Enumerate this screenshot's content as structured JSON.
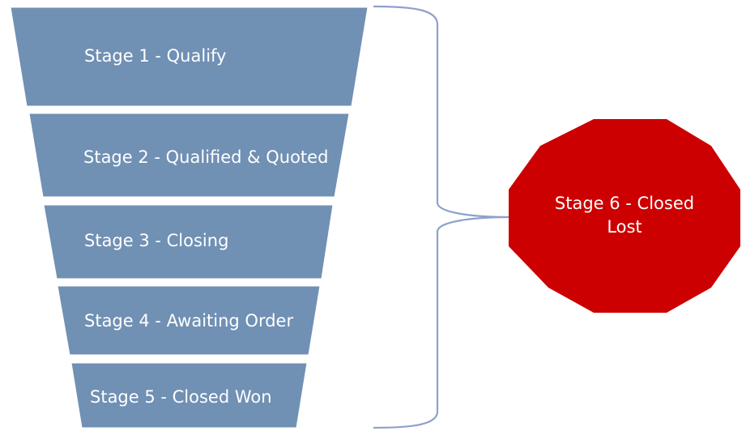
{
  "colors": {
    "funnel": "#7090b4",
    "brace": "#8ea0cc",
    "lost": "#cc0000",
    "text": "#ffffff"
  },
  "funnel": {
    "stages": [
      {
        "label": "Stage 1 - Qualify"
      },
      {
        "label": "Stage 2 - Qualified & Quoted"
      },
      {
        "label": "Stage 3 - Closing"
      },
      {
        "label": "Stage 4 - Awaiting Order"
      },
      {
        "label": "Stage 5 - Closed Won"
      }
    ]
  },
  "lost": {
    "line1": "Stage 6 - Closed",
    "line2": "Lost"
  }
}
